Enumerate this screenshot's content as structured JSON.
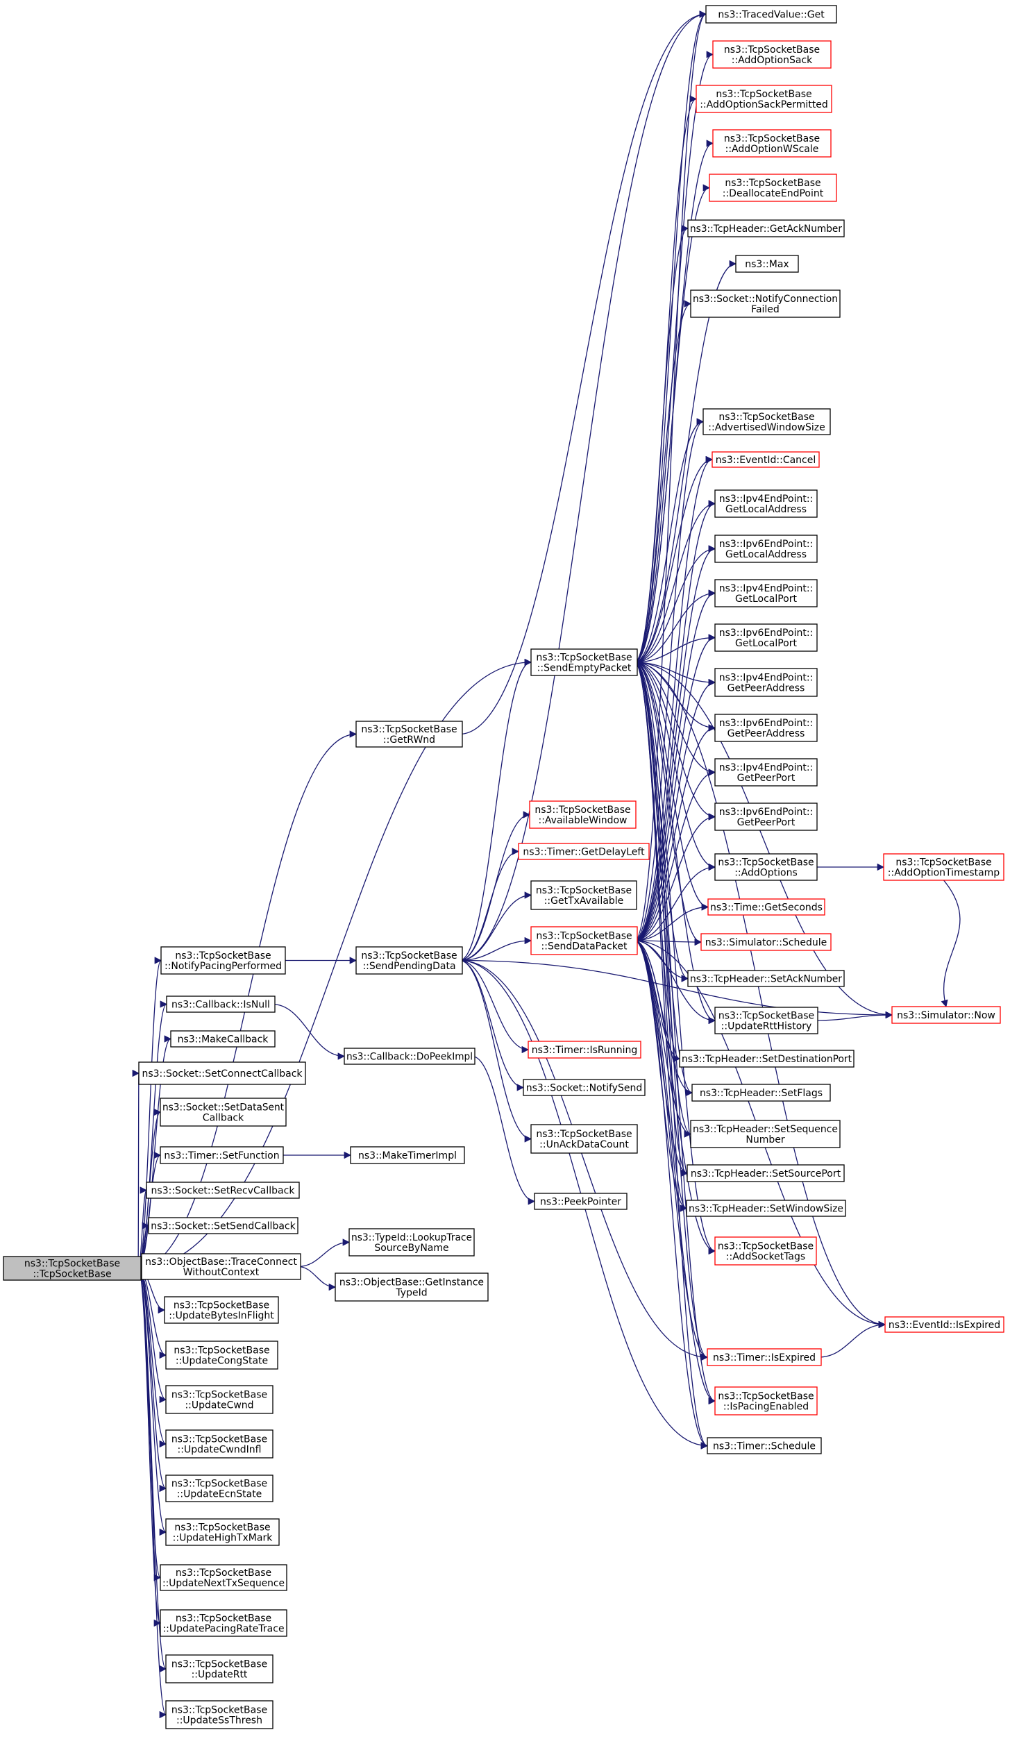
{
  "colors": {
    "edge": "#191970",
    "node_border": "#000000",
    "missing_border": "#ff0000",
    "root_fill": "#bfbfbf",
    "node_fill": "#ffffff"
  },
  "nodes": [
    {
      "id": "root",
      "lines": [
        "ns3::TcpSocketBase",
        "::TcpSocketBase"
      ],
      "style": "root"
    },
    {
      "id": "getrwnd",
      "lines": [
        "ns3::TcpSocketBase",
        "::GetRWnd"
      ],
      "style": "normal"
    },
    {
      "id": "notifypacing",
      "lines": [
        "ns3::TcpSocketBase",
        "::NotifyPacingPerformed"
      ],
      "style": "normal"
    },
    {
      "id": "cbisnull",
      "lines": [
        "ns3::Callback::IsNull"
      ],
      "style": "normal"
    },
    {
      "id": "makecallback",
      "lines": [
        "ns3::MakeCallback"
      ],
      "style": "normal"
    },
    {
      "id": "setconnectcb",
      "lines": [
        "ns3::Socket::SetConnectCallback"
      ],
      "style": "normal"
    },
    {
      "id": "setdatasentcb",
      "lines": [
        "ns3::Socket::SetDataSent",
        "Callback"
      ],
      "style": "normal"
    },
    {
      "id": "timersetfunction",
      "lines": [
        "ns3::Timer::SetFunction"
      ],
      "style": "normal"
    },
    {
      "id": "setrecvcb",
      "lines": [
        "ns3::Socket::SetRecvCallback"
      ],
      "style": "normal"
    },
    {
      "id": "setsendcb",
      "lines": [
        "ns3::Socket::SetSendCallback"
      ],
      "style": "normal"
    },
    {
      "id": "traceconnect",
      "lines": [
        "ns3::ObjectBase::TraceConnect",
        "WithoutContext"
      ],
      "style": "normal"
    },
    {
      "id": "updatebytes",
      "lines": [
        "ns3::TcpSocketBase",
        "::UpdateBytesInFlight"
      ],
      "style": "normal"
    },
    {
      "id": "updatecong",
      "lines": [
        "ns3::TcpSocketBase",
        "::UpdateCongState"
      ],
      "style": "normal"
    },
    {
      "id": "updatecwnd",
      "lines": [
        "ns3::TcpSocketBase",
        "::UpdateCwnd"
      ],
      "style": "normal"
    },
    {
      "id": "updatecwndinfl",
      "lines": [
        "ns3::TcpSocketBase",
        "::UpdateCwndInfl"
      ],
      "style": "normal"
    },
    {
      "id": "updateecn",
      "lines": [
        "ns3::TcpSocketBase",
        "::UpdateEcnState"
      ],
      "style": "normal"
    },
    {
      "id": "updatehightx",
      "lines": [
        "ns3::TcpSocketBase",
        "::UpdateHighTxMark"
      ],
      "style": "normal"
    },
    {
      "id": "updatenexttx",
      "lines": [
        "ns3::TcpSocketBase",
        "::UpdateNextTxSequence"
      ],
      "style": "normal"
    },
    {
      "id": "updatepacing",
      "lines": [
        "ns3::TcpSocketBase",
        "::UpdatePacingRateTrace"
      ],
      "style": "normal"
    },
    {
      "id": "updatertt",
      "lines": [
        "ns3::TcpSocketBase",
        "::UpdateRtt"
      ],
      "style": "normal"
    },
    {
      "id": "updatessthresh",
      "lines": [
        "ns3::TcpSocketBase",
        "::UpdateSsThresh"
      ],
      "style": "normal"
    },
    {
      "id": "sendpending",
      "lines": [
        "ns3::TcpSocketBase",
        "::SendPendingData"
      ],
      "style": "normal"
    },
    {
      "id": "dopeekimpl",
      "lines": [
        "ns3::Callback::DoPeekImpl"
      ],
      "style": "normal"
    },
    {
      "id": "maketimerimpl",
      "lines": [
        "ns3::MakeTimerImpl"
      ],
      "style": "normal"
    },
    {
      "id": "lookuptrace",
      "lines": [
        "ns3::TypeId::LookupTrace",
        "SourceByName"
      ],
      "style": "normal"
    },
    {
      "id": "getinstancetypeid",
      "lines": [
        "ns3::ObjectBase::GetInstance",
        "TypeId"
      ],
      "style": "normal"
    },
    {
      "id": "sendempty",
      "lines": [
        "ns3::TcpSocketBase",
        "::SendEmptyPacket"
      ],
      "style": "normal"
    },
    {
      "id": "availablewindow",
      "lines": [
        "ns3::TcpSocketBase",
        "::AvailableWindow"
      ],
      "style": "missing"
    },
    {
      "id": "getdelayleft",
      "lines": [
        "ns3::Timer::GetDelayLeft"
      ],
      "style": "missing"
    },
    {
      "id": "gettxavailable",
      "lines": [
        "ns3::TcpSocketBase",
        "::GetTxAvailable"
      ],
      "style": "normal"
    },
    {
      "id": "senddata",
      "lines": [
        "ns3::TcpSocketBase",
        "::SendDataPacket"
      ],
      "style": "missing"
    },
    {
      "id": "timerisrunning",
      "lines": [
        "ns3::Timer::IsRunning"
      ],
      "style": "missing"
    },
    {
      "id": "notifysend",
      "lines": [
        "ns3::Socket::NotifySend"
      ],
      "style": "normal"
    },
    {
      "id": "unackdata",
      "lines": [
        "ns3::TcpSocketBase",
        "::UnAckDataCount"
      ],
      "style": "normal"
    },
    {
      "id": "peekpointer",
      "lines": [
        "ns3::PeekPointer"
      ],
      "style": "normal"
    },
    {
      "id": "tracedget",
      "lines": [
        "ns3::TracedValue::Get"
      ],
      "style": "normal"
    },
    {
      "id": "addoptionsack",
      "lines": [
        "ns3::TcpSocketBase",
        "::AddOptionSack"
      ],
      "style": "missing"
    },
    {
      "id": "addoptionsackperm",
      "lines": [
        "ns3::TcpSocketBase",
        "::AddOptionSackPermitted"
      ],
      "style": "missing"
    },
    {
      "id": "addoptionwscale",
      "lines": [
        "ns3::TcpSocketBase",
        "::AddOptionWScale"
      ],
      "style": "missing"
    },
    {
      "id": "deallocate",
      "lines": [
        "ns3::TcpSocketBase",
        "::DeallocateEndPoint"
      ],
      "style": "missing"
    },
    {
      "id": "getacknumber",
      "lines": [
        "ns3::TcpHeader::GetAckNumber"
      ],
      "style": "normal"
    },
    {
      "id": "max",
      "lines": [
        "ns3::Max"
      ],
      "style": "normal"
    },
    {
      "id": "notifyconnfailed",
      "lines": [
        "ns3::Socket::NotifyConnection",
        "Failed"
      ],
      "style": "normal"
    },
    {
      "id": "advwindow",
      "lines": [
        "ns3::TcpSocketBase",
        "::AdvertisedWindowSize"
      ],
      "style": "normal"
    },
    {
      "id": "eventcancel",
      "lines": [
        "ns3::EventId::Cancel"
      ],
      "style": "missing"
    },
    {
      "id": "ipv4local",
      "lines": [
        "ns3::Ipv4EndPoint::",
        "GetLocalAddress"
      ],
      "style": "normal"
    },
    {
      "id": "ipv6local",
      "lines": [
        "ns3::Ipv6EndPoint::",
        "GetLocalAddress"
      ],
      "style": "normal"
    },
    {
      "id": "ipv4localport",
      "lines": [
        "ns3::Ipv4EndPoint::",
        "GetLocalPort"
      ],
      "style": "normal"
    },
    {
      "id": "ipv6localport",
      "lines": [
        "ns3::Ipv6EndPoint::",
        "GetLocalPort"
      ],
      "style": "normal"
    },
    {
      "id": "ipv4peer",
      "lines": [
        "ns3::Ipv4EndPoint::",
        "GetPeerAddress"
      ],
      "style": "normal"
    },
    {
      "id": "ipv6peer",
      "lines": [
        "ns3::Ipv6EndPoint::",
        "GetPeerAddress"
      ],
      "style": "normal"
    },
    {
      "id": "ipv4peerport",
      "lines": [
        "ns3::Ipv4EndPoint::",
        "GetPeerPort"
      ],
      "style": "normal"
    },
    {
      "id": "ipv6peerport",
      "lines": [
        "ns3::Ipv6EndPoint::",
        "GetPeerPort"
      ],
      "style": "normal"
    },
    {
      "id": "addoptions",
      "lines": [
        "ns3::TcpSocketBase",
        "::AddOptions"
      ],
      "style": "normal"
    },
    {
      "id": "timegetseconds",
      "lines": [
        "ns3::Time::GetSeconds"
      ],
      "style": "missing"
    },
    {
      "id": "simschedule",
      "lines": [
        "ns3::Simulator::Schedule"
      ],
      "style": "missing"
    },
    {
      "id": "setacknumber",
      "lines": [
        "ns3::TcpHeader::SetAckNumber"
      ],
      "style": "normal"
    },
    {
      "id": "updaterttHistory",
      "lines": [
        "ns3::TcpSocketBase",
        "::UpdateRttHistory"
      ],
      "style": "normal"
    },
    {
      "id": "setdestport",
      "lines": [
        "ns3::TcpHeader::SetDestinationPort"
      ],
      "style": "normal"
    },
    {
      "id": "setflags",
      "lines": [
        "ns3::TcpHeader::SetFlags"
      ],
      "style": "normal"
    },
    {
      "id": "setsequence",
      "lines": [
        "ns3::TcpHeader::SetSequence",
        "Number"
      ],
      "style": "normal"
    },
    {
      "id": "setsourceport",
      "lines": [
        "ns3::TcpHeader::SetSourcePort"
      ],
      "style": "normal"
    },
    {
      "id": "setwindowsize",
      "lines": [
        "ns3::TcpHeader::SetWindowSize"
      ],
      "style": "normal"
    },
    {
      "id": "addsockettags",
      "lines": [
        "ns3::TcpSocketBase",
        "::AddSocketTags"
      ],
      "style": "missing"
    },
    {
      "id": "timerisexpired",
      "lines": [
        "ns3::Timer::IsExpired"
      ],
      "style": "missing"
    },
    {
      "id": "ispacing",
      "lines": [
        "ns3::TcpSocketBase",
        "::IsPacingEnabled"
      ],
      "style": "missing"
    },
    {
      "id": "timerschedule",
      "lines": [
        "ns3::Timer::Schedule"
      ],
      "style": "normal"
    },
    {
      "id": "addopttimestamp",
      "lines": [
        "ns3::TcpSocketBase",
        "::AddOptionTimestamp"
      ],
      "style": "missing"
    },
    {
      "id": "simnow",
      "lines": [
        "ns3::Simulator::Now"
      ],
      "style": "missing"
    },
    {
      "id": "eventisexpired",
      "lines": [
        "ns3::EventId::IsExpired"
      ],
      "style": "missing"
    }
  ],
  "edges": [
    [
      "root",
      "getrwnd"
    ],
    [
      "root",
      "notifypacing"
    ],
    [
      "root",
      "cbisnull"
    ],
    [
      "root",
      "makecallback"
    ],
    [
      "root",
      "setconnectcb"
    ],
    [
      "root",
      "setdatasentcb"
    ],
    [
      "root",
      "timersetfunction"
    ],
    [
      "root",
      "setrecvcb"
    ],
    [
      "root",
      "setsendcb"
    ],
    [
      "root",
      "traceconnect"
    ],
    [
      "root",
      "updatebytes"
    ],
    [
      "root",
      "updatecong"
    ],
    [
      "root",
      "updatecwnd"
    ],
    [
      "root",
      "updatecwndinfl"
    ],
    [
      "root",
      "updateecn"
    ],
    [
      "root",
      "updatehightx"
    ],
    [
      "root",
      "updatenexttx"
    ],
    [
      "root",
      "updatepacing"
    ],
    [
      "root",
      "updatertt"
    ],
    [
      "root",
      "updatessthresh"
    ],
    [
      "root",
      "sendempty"
    ],
    [
      "getrwnd",
      "tracedget"
    ],
    [
      "notifypacing",
      "sendpending"
    ],
    [
      "cbisnull",
      "dopeekimpl"
    ],
    [
      "dopeekimpl",
      "peekpointer"
    ],
    [
      "timersetfunction",
      "maketimerimpl"
    ],
    [
      "traceconnect",
      "lookuptrace"
    ],
    [
      "traceconnect",
      "getinstancetypeid"
    ],
    [
      "sendpending",
      "availablewindow"
    ],
    [
      "sendpending",
      "getdelayleft"
    ],
    [
      "sendpending",
      "gettxavailable"
    ],
    [
      "sendpending",
      "senddata"
    ],
    [
      "sendpending",
      "timerisrunning"
    ],
    [
      "sendpending",
      "notifysend"
    ],
    [
      "sendpending",
      "unackdata"
    ],
    [
      "sendpending",
      "tracedget"
    ],
    [
      "sendpending",
      "sendempty"
    ],
    [
      "sendpending",
      "simnow"
    ],
    [
      "sendpending",
      "timerisexpired"
    ],
    [
      "sendpending",
      "timerschedule"
    ],
    [
      "sendempty",
      "tracedget"
    ],
    [
      "sendempty",
      "addoptionsack"
    ],
    [
      "sendempty",
      "addoptionsackperm"
    ],
    [
      "sendempty",
      "addoptionwscale"
    ],
    [
      "sendempty",
      "deallocate"
    ],
    [
      "sendempty",
      "getacknumber"
    ],
    [
      "sendempty",
      "max"
    ],
    [
      "sendempty",
      "notifyconnfailed"
    ],
    [
      "sendempty",
      "advwindow"
    ],
    [
      "sendempty",
      "eventcancel"
    ],
    [
      "sendempty",
      "ipv4local"
    ],
    [
      "sendempty",
      "ipv6local"
    ],
    [
      "sendempty",
      "ipv4localport"
    ],
    [
      "sendempty",
      "ipv6localport"
    ],
    [
      "sendempty",
      "ipv4peer"
    ],
    [
      "sendempty",
      "ipv6peer"
    ],
    [
      "sendempty",
      "ipv4peerport"
    ],
    [
      "sendempty",
      "ipv6peerport"
    ],
    [
      "sendempty",
      "addoptions"
    ],
    [
      "sendempty",
      "timegetseconds"
    ],
    [
      "sendempty",
      "simschedule"
    ],
    [
      "sendempty",
      "setacknumber"
    ],
    [
      "sendempty",
      "updaterttHistory"
    ],
    [
      "sendempty",
      "setdestport"
    ],
    [
      "sendempty",
      "setflags"
    ],
    [
      "sendempty",
      "setsequence"
    ],
    [
      "sendempty",
      "setsourceport"
    ],
    [
      "sendempty",
      "setwindowsize"
    ],
    [
      "sendempty",
      "addsockettags"
    ],
    [
      "sendempty",
      "timerisexpired"
    ],
    [
      "sendempty",
      "ispacing"
    ],
    [
      "sendempty",
      "timerschedule"
    ],
    [
      "sendempty",
      "simnow"
    ],
    [
      "sendempty",
      "eventisexpired"
    ],
    [
      "senddata",
      "tracedget"
    ],
    [
      "senddata",
      "advwindow"
    ],
    [
      "senddata",
      "eventcancel"
    ],
    [
      "senddata",
      "ipv4local"
    ],
    [
      "senddata",
      "ipv6local"
    ],
    [
      "senddata",
      "ipv4localport"
    ],
    [
      "senddata",
      "ipv6localport"
    ],
    [
      "senddata",
      "ipv4peer"
    ],
    [
      "senddata",
      "ipv6peer"
    ],
    [
      "senddata",
      "ipv4peerport"
    ],
    [
      "senddata",
      "ipv6peerport"
    ],
    [
      "senddata",
      "addoptions"
    ],
    [
      "senddata",
      "timegetseconds"
    ],
    [
      "senddata",
      "simschedule"
    ],
    [
      "senddata",
      "setacknumber"
    ],
    [
      "senddata",
      "updaterttHistory"
    ],
    [
      "senddata",
      "setdestport"
    ],
    [
      "senddata",
      "setflags"
    ],
    [
      "senddata",
      "setsequence"
    ],
    [
      "senddata",
      "setsourceport"
    ],
    [
      "senddata",
      "setwindowsize"
    ],
    [
      "senddata",
      "addsockettags"
    ],
    [
      "senddata",
      "timerisexpired"
    ],
    [
      "senddata",
      "ispacing"
    ],
    [
      "senddata",
      "timerschedule"
    ],
    [
      "senddata",
      "eventisexpired"
    ],
    [
      "addoptions",
      "addopttimestamp"
    ],
    [
      "addopttimestamp",
      "simnow"
    ],
    [
      "updaterttHistory",
      "simnow"
    ],
    [
      "timerisexpired",
      "eventisexpired"
    ]
  ]
}
